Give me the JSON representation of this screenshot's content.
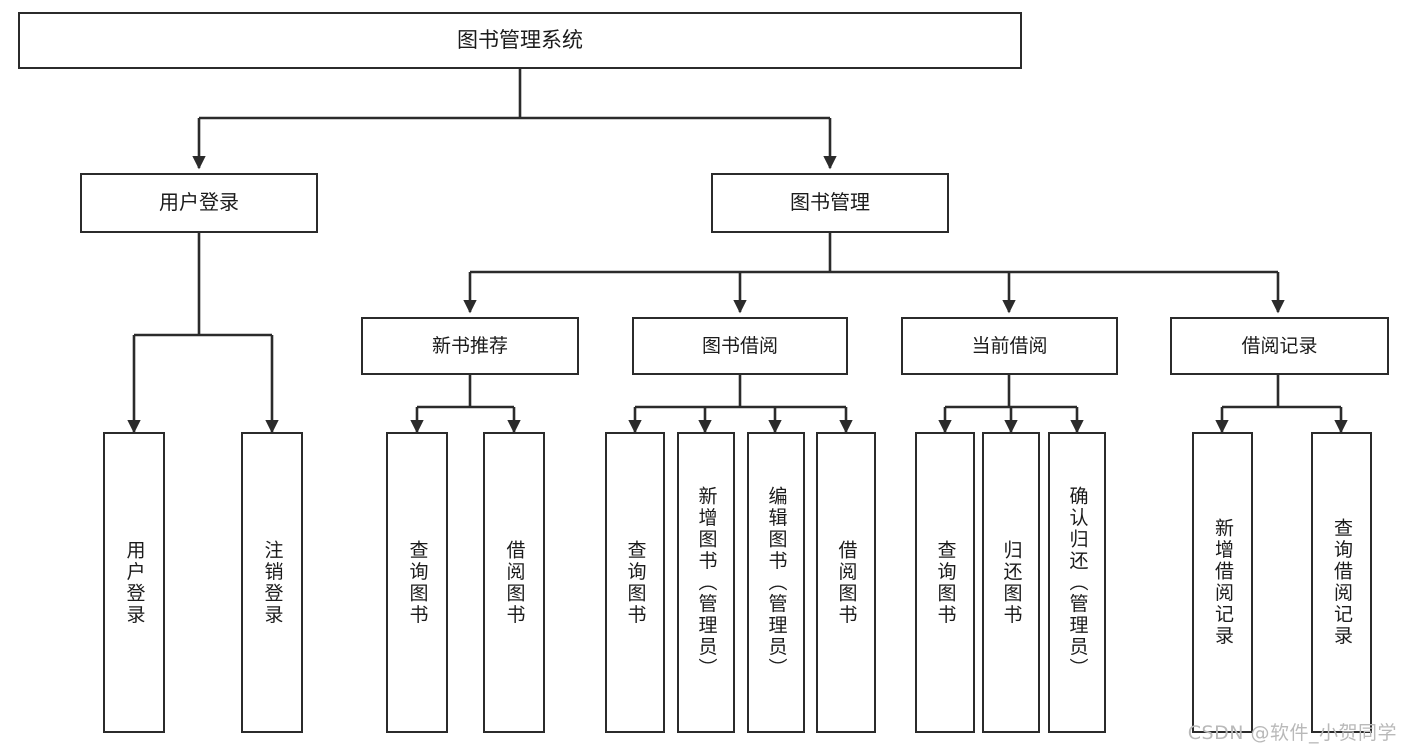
{
  "diagram": {
    "title": "图书管理系统",
    "type": "tree-hierarchy-chart",
    "colors": {
      "stroke": "#2b2b2b",
      "fill": "#ffffff",
      "text": "#1b1b1b",
      "watermark": "#b9b9b9"
    },
    "watermark": "CSDN @软件_小贺同学",
    "nodes": {
      "root": {
        "label": "图书管理系统"
      },
      "level2": [
        {
          "id": "user-login",
          "label": "用户登录"
        },
        {
          "id": "book-management",
          "label": "图书管理"
        }
      ],
      "level3": [
        {
          "id": "new-book-recommend",
          "label": "新书推荐"
        },
        {
          "id": "book-borrow",
          "label": "图书借阅"
        },
        {
          "id": "current-borrow",
          "label": "当前借阅"
        },
        {
          "id": "borrow-record",
          "label": "借阅记录"
        }
      ],
      "leaves": {
        "user_login": [
          {
            "id": "leaf-user-login",
            "label": "用户登录"
          },
          {
            "id": "leaf-logout-login",
            "label": "注销登录"
          }
        ],
        "new_book_recommend": [
          {
            "id": "leaf-query-book-1",
            "label": "查询图书"
          },
          {
            "id": "leaf-borrow-book-1",
            "label": "借阅图书"
          }
        ],
        "book_borrow": [
          {
            "id": "leaf-query-book-2",
            "label": "查询图书"
          },
          {
            "id": "leaf-add-book",
            "label": "新增图书（管理员）"
          },
          {
            "id": "leaf-edit-book",
            "label": "编辑图书（管理员）"
          },
          {
            "id": "leaf-borrow-book-2",
            "label": "借阅图书"
          }
        ],
        "current_borrow": [
          {
            "id": "leaf-query-book-3",
            "label": "查询图书"
          },
          {
            "id": "leaf-return-book",
            "label": "归还图书"
          },
          {
            "id": "leaf-confirm-return",
            "label": "确认归还（管理员）"
          }
        ],
        "borrow_record": [
          {
            "id": "leaf-add-borrow-record",
            "label": "新增借阅记录"
          },
          {
            "id": "leaf-query-borrow-record",
            "label": "查询借阅记录"
          }
        ]
      }
    }
  }
}
